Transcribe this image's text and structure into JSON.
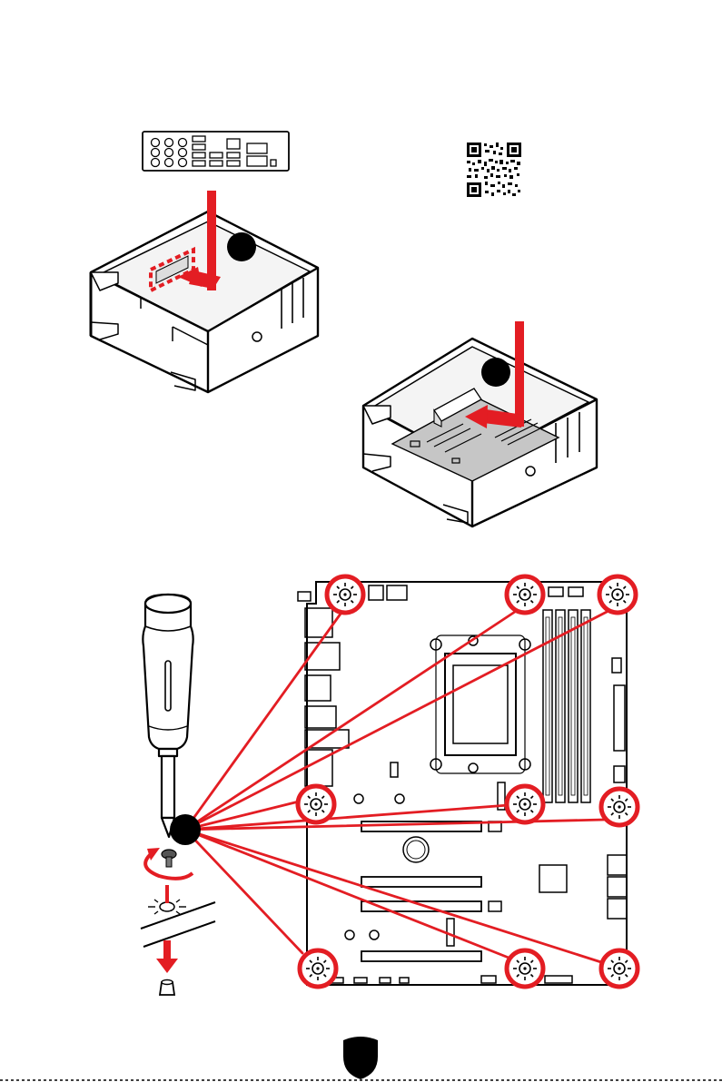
{
  "diagram": {
    "accent_color": "#e31d23",
    "steps": [
      {
        "id": "1",
        "label": "",
        "description": ""
      },
      {
        "id": "2",
        "label": "",
        "description": ""
      },
      {
        "id": "3",
        "label": "",
        "description": ""
      }
    ],
    "icons": [
      "qr-code-icon",
      "screwdriver-icon",
      "rotate-arrow-icon",
      "screw-icon",
      "standoff-icon",
      "page-shield-icon"
    ],
    "screw_holes_count": 9,
    "page_number": ""
  }
}
